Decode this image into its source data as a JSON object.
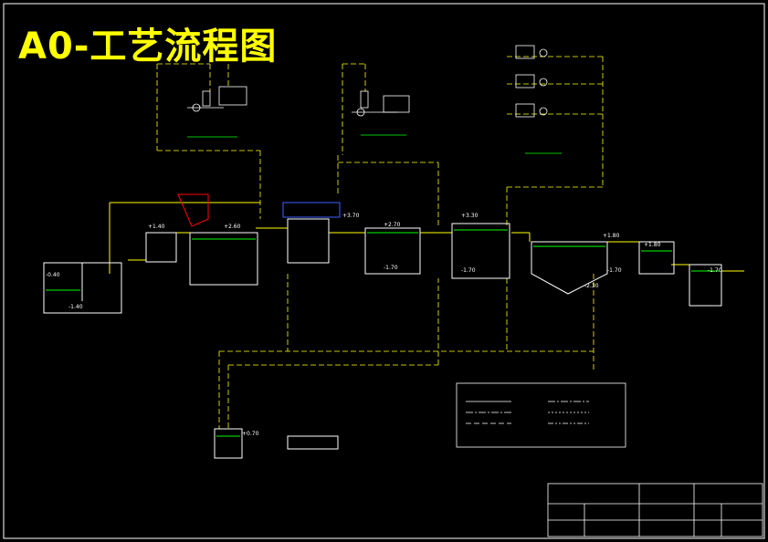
{
  "title": "A0-工艺流程图",
  "elevations": {
    "e1": "+3.30",
    "e2": "+2.70",
    "e3": "+3.70",
    "e4": "-1.70",
    "e5": "-1.70",
    "e6": "-1.70",
    "e7": "-1.70",
    "e8": "+0.70",
    "e9": "-2.30",
    "e10": "-1.40",
    "e11": "+1.80",
    "e12": "+1.80",
    "e13": "+2.60",
    "e14": "+1.40",
    "e15": "-0.40"
  },
  "colors": {
    "background": "#000000",
    "line": "#ffffff",
    "pipe": "#ffff00",
    "water": "#00ff00",
    "accent_red": "#ff0000",
    "accent_blue": "#4060ff",
    "accent_cyan": "#00ffff"
  }
}
